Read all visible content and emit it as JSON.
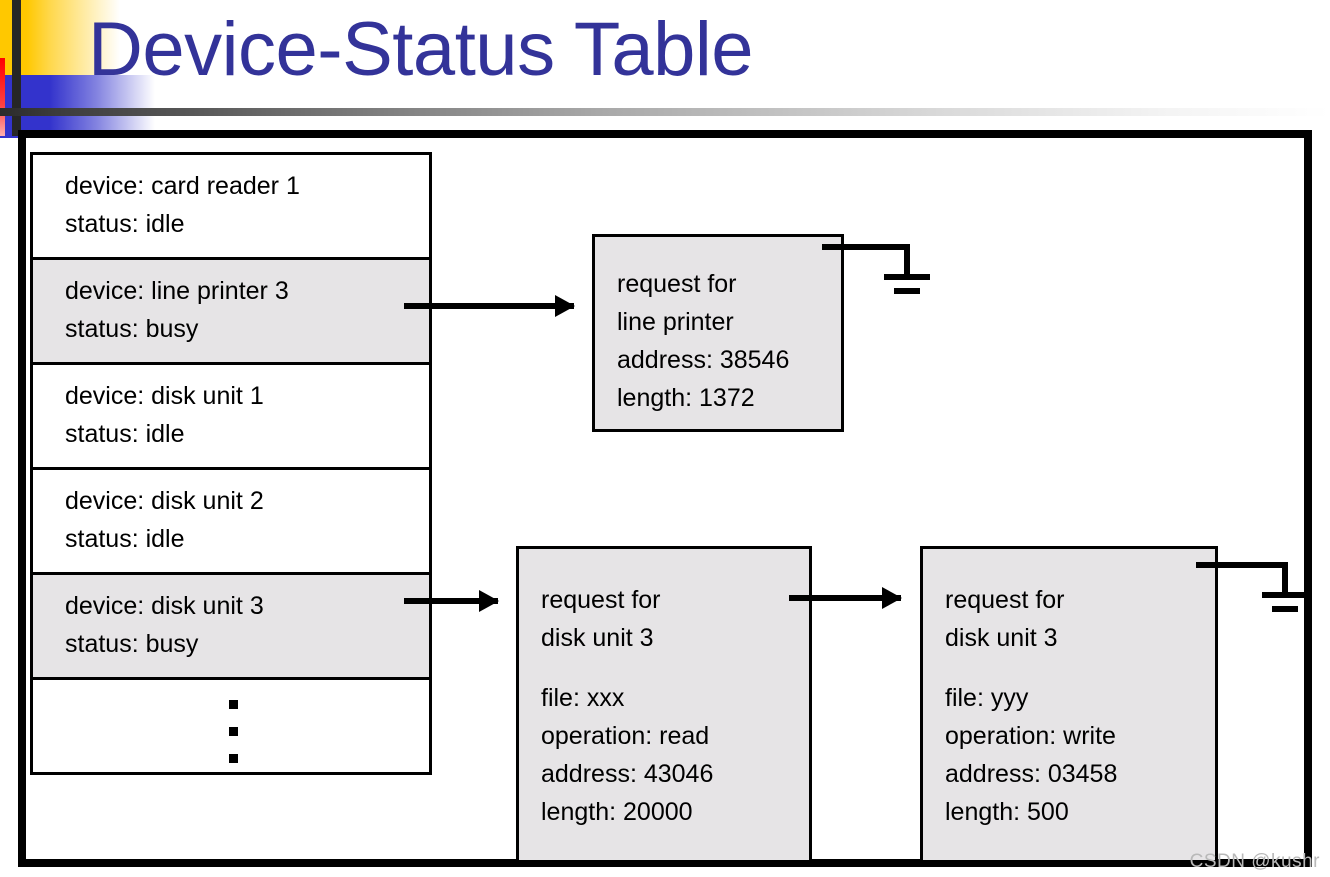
{
  "slide": {
    "title": "Device-Status Table",
    "title_color": "#333399",
    "watermark": "CSDN @kushr",
    "decoration": {
      "gold_color": "#FFC800",
      "blue_color": "#3333CC",
      "red_color": "#FF0000",
      "bar_color": "#262626"
    }
  },
  "device_table": {
    "busy_row_color": "#E6E4E6",
    "idle_row_color": "#FFFFFF",
    "rows": [
      {
        "device": "device: card reader 1",
        "status": "status: idle",
        "busy": false
      },
      {
        "device": "device: line printer 3",
        "status": "status: busy",
        "busy": true
      },
      {
        "device": "device: disk unit 1",
        "status": "status: idle",
        "busy": false
      },
      {
        "device": "device: disk unit 2",
        "status": "status: idle",
        "busy": false
      },
      {
        "device": "device: disk unit 3",
        "status": "status: busy",
        "busy": true
      }
    ],
    "continuation": "vertical-ellipsis"
  },
  "requests": {
    "line_printer": {
      "l1": "request for",
      "l2": "line printer",
      "l3": "address: 38546",
      "l4": "length: 1372"
    },
    "disk3_first": {
      "l1": "request for",
      "l2": "disk unit 3",
      "l3": "file: xxx",
      "l4": "operation: read",
      "l5": "address: 43046",
      "l6": "length: 20000"
    },
    "disk3_second": {
      "l1": "request for",
      "l2": "disk unit 3",
      "l3": "file: yyy",
      "l4": "operation: write",
      "l5": "address: 03458",
      "l6": "length: 500"
    }
  }
}
